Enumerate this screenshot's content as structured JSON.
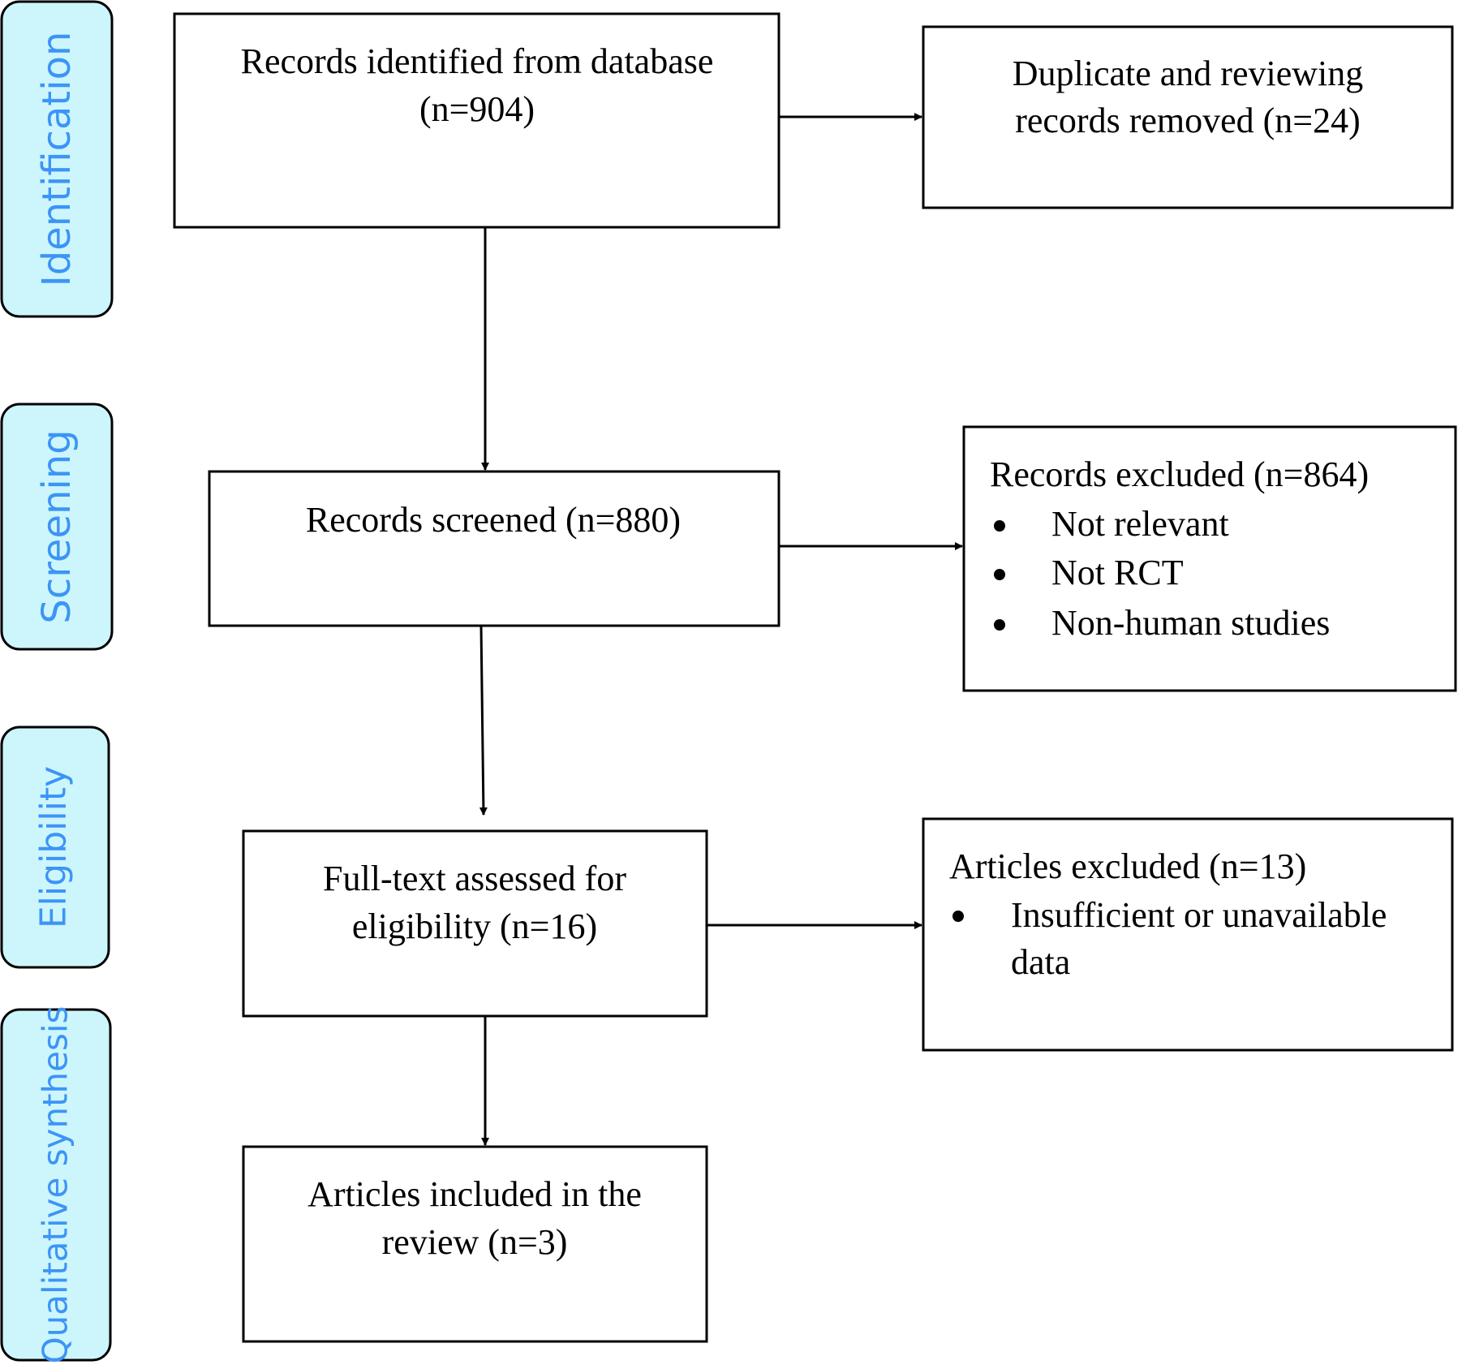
{
  "colors": {
    "stage_fill": "#ccf6fc",
    "stage_text": "#3d94f6",
    "stroke": "#000000"
  },
  "stages": [
    {
      "label": "Identification"
    },
    {
      "label": "Screening"
    },
    {
      "label": "Eligibility"
    },
    {
      "label": "Qualitative synthesis"
    }
  ],
  "boxes": {
    "identified": {
      "lines": [
        "Records identified from database",
        "(n=904)"
      ]
    },
    "removed": {
      "lines": [
        "Duplicate and reviewing",
        "records removed (n=24)"
      ]
    },
    "screened": {
      "lines": [
        "Records screened (n=880)"
      ]
    },
    "excluded_records": {
      "heading": "Records excluded (n=864)",
      "items": [
        "Not relevant",
        "Not RCT",
        "Non-human studies"
      ]
    },
    "full_text": {
      "lines": [
        "Full-text assessed for",
        "eligibility (n=16)"
      ]
    },
    "excluded_articles": {
      "heading": "Articles excluded (n=13)",
      "items": [
        "Insufficient or unavailable",
        "data"
      ]
    },
    "included": {
      "lines": [
        "Articles included in the",
        "review (n=3)"
      ]
    }
  }
}
